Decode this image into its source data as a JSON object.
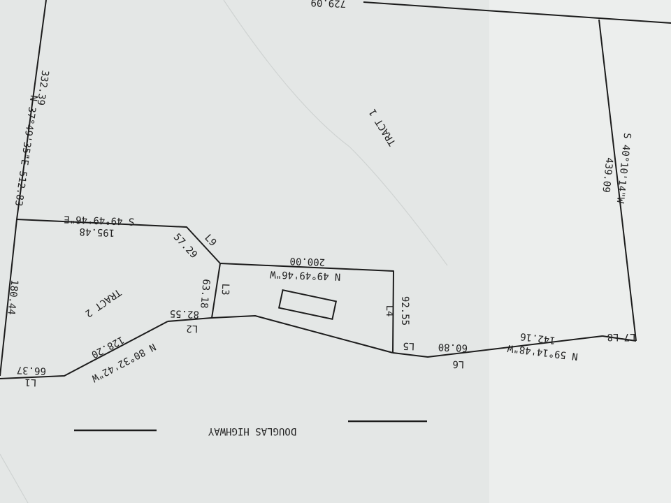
{
  "labels": {
    "tract_1": "TRACT 1",
    "tract_2": "TRACT 2",
    "top_cut": "729.09",
    "west_bearing": "N 37°49'35\"E 512.83",
    "west_dist_upper": "332.39",
    "west_dist_lower": "180.44",
    "east_bearing": "S 40°10'14\"W",
    "east_dist": "439.09",
    "div_bearing": "S 49°49'46\"E",
    "div_dist": "195.48",
    "l9_tag": "L9",
    "l9_dist": "57.29",
    "l3_tag": "L3",
    "l3_dist": "63.18",
    "l2_dist": "82.55",
    "l2_tag": "L2",
    "house_bearing": "N 49°49'46\"W",
    "house_dist": "200.00",
    "l4_tag": "L4",
    "l4_dist": "92.55",
    "l5_tag": "L5",
    "l6_dist": "60.80",
    "l6_tag": "L6",
    "se_bearing": "N 59°14'48\"W",
    "se_dist": "142.16",
    "l8_tag": "L8",
    "l7_tag": "L7",
    "sw_bearing": "N 80°32'42\"W",
    "sw_dist": "128.20",
    "l1_dist": "66.37",
    "l1_tag": "L1",
    "road": "DOUGLAS HIGHWAY"
  }
}
